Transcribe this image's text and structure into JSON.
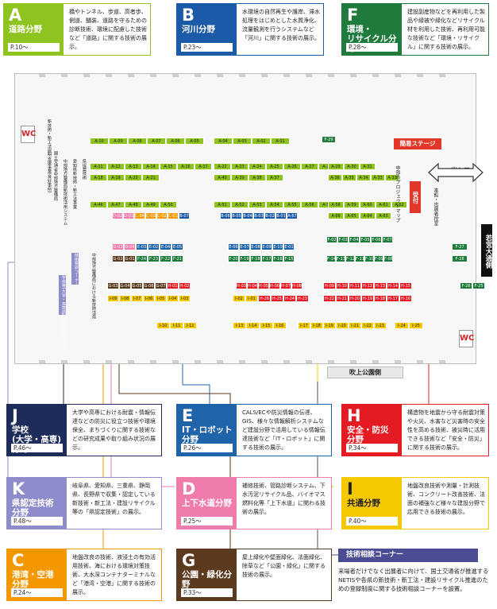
{
  "categories": [
    {
      "id": "A",
      "title": "道路分野",
      "page": "P.10〜",
      "desc": "橋やトンネル、歩道、高者歩、側道、舗装、道路を守るための診断技術、環境に配慮した技術など「道路」に関する技術の展示。",
      "color": "#8fc31f"
    },
    {
      "id": "B",
      "title": "河川分野",
      "page": "P.23〜",
      "desc": "水環境の自然再生や護岸、滞水処理をはじめとした水質浄化、流量観測を行うシステムなど「河川」に関する技術の展示。",
      "color": "#1a5aa6"
    },
    {
      "id": "F",
      "title": "環境・\nリサイクル分野",
      "page": "P.28〜",
      "desc": "建設副産物などを再利用した製品や緑被や緑化などリサイクル材を利用した技術、再利用可能な技術など「環境・リサイクル」に関する技術の展示。",
      "color": "#1e7b3c"
    },
    {
      "id": "J",
      "title": "学校\n(大学・高専)分野",
      "page": "P.46〜",
      "desc": "大学や高専における耐震・情報伝達などの防災に役立つ技術や環境保全、まちづくりに関する技術などの研究成果や取り組み状況の展示。",
      "color": "#1e2c5c"
    },
    {
      "id": "E",
      "title": "IT・ロボット\n分野",
      "page": "P.26〜",
      "desc": "CALS/ECや防災情報の伝達、GIS、様々な情報解析システムなど建設分野で活用している情報伝達技術など「IT・ロボット」に関する技術の展示。",
      "color": "#1f63a8"
    },
    {
      "id": "H",
      "title": "安全・防災\n分野",
      "page": "P.34〜",
      "desc": "構造物を地震から守る耐震対策や火災、水害など災害時の安全性を高める技術、被災時に活用できる技術など「安全・防災」に関する技術の展示。",
      "color": "#e51b23"
    },
    {
      "id": "K",
      "title": "県認定技術\n分野",
      "page": "P.48〜",
      "desc": "岐阜県、愛知県、三重県、静岡県、長野県で収集・認定している新技術・新工法・建設リサイクル等の「県認定技術」の展示。",
      "color": "#8f8ccb"
    },
    {
      "id": "D",
      "title": "上下水道分野",
      "page": "P.25〜",
      "desc": "補修技術、管路診断システム、下水汚泥リサイクル品、バイオマス燃料化等「上下水道」に関わる技術の展示。",
      "color": "#f07cab"
    },
    {
      "id": "I",
      "title": "共通分野",
      "page": "P.40〜",
      "desc": "地盤改良技術や測量・計測技術、コンクリート改善技術、法面の補強など様々な建設分野で応用できる技術の展示。",
      "color": "#f5c800"
    },
    {
      "id": "C",
      "title": "港湾・空港\n分野",
      "page": "P.24〜",
      "desc": "地盤改良の技術、液浸土の有効活用技術、海における環境対策技術、大水深コンテナターミナルなど「港湾・空港」に関する技術の展示。",
      "color": "#f39800"
    },
    {
      "id": "G",
      "title": "公園・緑化分野",
      "page": "P.33〜",
      "desc": "屋上緑化や壁面緑化、法面緑化、除草など「公園・緑化」に関する技術の展示。",
      "color": "#5b3a1e"
    }
  ],
  "map": {
    "stage_label": "簡易ステージ",
    "reception_label": "受付",
    "entrance_label": "出入口",
    "main_entrance_label": "本館・出展者控室",
    "street_label": "若宮大通側",
    "fukiage_label": "吹上公園側",
    "central_project_label": "中部のプロジェクトマップ",
    "left_labels": [
      "新技術・新工法説明支援事業(良好事例)",
      "国土交通省中部地方整備局",
      "中部地方整備局新技術活用システム",
      "愛知県新技術・新工法事業",
      "県提案技術",
      "学校等(大学・高専)研究成果展示コーナー",
      "技術相談コーナー",
      "中部地方整備局における新技術活用"
    ],
    "restroom_label": "WC",
    "colors": {
      "A": "#8fc31f",
      "B": "#1a5aa6",
      "C": "#f39800",
      "D": "#f07cab",
      "E": "#1f63a8",
      "F": "#1e7b3c",
      "G": "#5b3a1e",
      "H": "#e51b23",
      "I": "#f5c800",
      "J": "#1e2c5c",
      "K": "#8f8ccb"
    }
  },
  "booth_rows": [
    {
      "cat": "A",
      "ids": [
        "A-10",
        "A-09",
        "A-08",
        "A-07",
        "A-06",
        "A-05"
      ]
    },
    {
      "cat": "A",
      "ids": [
        "A-04",
        "A-03",
        "A-02",
        "A-01"
      ]
    },
    {
      "cat": "A",
      "ids": [
        "A-11",
        "A-12",
        "A-13",
        "A-14",
        "A-15",
        "A-16",
        "A-17"
      ]
    },
    {
      "cat": "A",
      "ids": [
        "A-22",
        "A-23",
        "A-24",
        "A-25",
        "A-26",
        "A-27",
        "A-28"
      ]
    },
    {
      "cat": "A",
      "ids": [
        "A-29",
        "A-30",
        "A-31"
      ]
    },
    {
      "cat": "A",
      "ids": [
        "A-18",
        "A-19",
        "A-20",
        "A-21"
      ]
    },
    {
      "cat": "A",
      "ids": [
        "A-40",
        "A-39",
        "A-38",
        "A-37"
      ]
    },
    {
      "cat": "A",
      "ids": [
        "A-36",
        "A-35",
        "A-34",
        "A-33",
        "A-32"
      ]
    },
    {
      "cat": "A",
      "ids": [
        "A-46",
        "A-47",
        "A-48",
        "A-49",
        "A-50"
      ]
    },
    {
      "cat": "A",
      "ids": [
        "A-51",
        "A-52",
        "A-53",
        "A-54",
        "A-55",
        "A-56",
        "A-57"
      ]
    },
    {
      "cat": "A",
      "ids": [
        "A-58",
        "A-59",
        "A-60",
        "A-61",
        "A-62"
      ]
    },
    {
      "cat": "mix1",
      "ids": [
        "D-02",
        "D-01",
        "C-04",
        "C-03",
        "C-02",
        "C-01",
        "B-07"
      ]
    },
    {
      "cat": "B",
      "ids": [
        "B-06",
        "B-05",
        "B-04",
        "B-03",
        "B-02",
        "B-01",
        "A-67"
      ]
    },
    {
      "cat": "A",
      "ids": [
        "A-66",
        "A-65",
        "A-64",
        "A-63"
      ]
    },
    {
      "cat": "mix2",
      "ids": [
        "D-03",
        "D-04",
        "E-03",
        "E-02",
        "E-04",
        "E-05"
      ]
    },
    {
      "cat": "E",
      "ids": [
        "E-06",
        "E-07",
        "E-08",
        "E-09",
        "E-10",
        "E-01"
      ]
    },
    {
      "cat": "F",
      "ids": [
        "F-02",
        "F-03",
        "F-04",
        "F-05",
        "F-06",
        "F-07"
      ]
    },
    {
      "cat": "mix3",
      "ids": [
        "G-02",
        "G-01",
        "F-24",
        "F-23",
        "F-22",
        "F-21"
      ]
    },
    {
      "cat": "F",
      "ids": [
        "F-20",
        "F-19",
        "F-18",
        "F-17",
        "F-16",
        "F-15"
      ]
    },
    {
      "cat": "F",
      "ids": [
        "F-14",
        "F-13",
        "F-12",
        "F-11",
        "F-10",
        "F-09",
        "F-08"
      ]
    },
    {
      "cat": "mix4",
      "ids": [
        "G-03",
        "G-04",
        "G-05",
        "G-06",
        "G-07",
        "H-01",
        "H-02"
      ]
    },
    {
      "cat": "H",
      "ids": [
        "H-03",
        "H-04",
        "H-05",
        "H-06",
        "H-07",
        "H-08"
      ]
    },
    {
      "cat": "H",
      "ids": [
        "H-09",
        "H-10",
        "H-11",
        "H-12",
        "H-13",
        "H-14",
        "H-15"
      ]
    },
    {
      "cat": "I",
      "ids": [
        "I-09",
        "I-08",
        "I-07",
        "I-06",
        "I-05",
        "I-04",
        "I-03"
      ]
    },
    {
      "cat": "mix5",
      "ids": [
        "I-02",
        "I-01",
        "H-26",
        "H-25",
        "H-24",
        "H-23"
      ]
    },
    {
      "cat": "H",
      "ids": [
        "H-22",
        "H-21",
        "H-20",
        "H-19",
        "H-18",
        "H-17",
        "H-16"
      ]
    },
    {
      "cat": "I",
      "ids": [
        "I-10",
        "I-11",
        "I-12"
      ]
    },
    {
      "cat": "I",
      "ids": [
        "I-13",
        "I-14",
        "I-15",
        "I-16"
      ]
    },
    {
      "cat": "I",
      "ids": [
        "I-17",
        "I-18",
        "I-19",
        "I-20",
        "I-21",
        "I-22",
        "I-23"
      ]
    },
    {
      "cat": "I",
      "ids": [
        "I-24",
        "I-25"
      ]
    },
    {
      "cat": "F",
      "ids": [
        "F-29"
      ]
    },
    {
      "cat": "F",
      "ids": [
        "F-27"
      ]
    },
    {
      "cat": "F",
      "ids": [
        "F-28"
      ]
    },
    {
      "cat": "F",
      "ids": [
        "F-26",
        "F-25"
      ]
    }
  ],
  "consult": {
    "title": "技術相談コーナー",
    "desc": "来場者だけでなく出展者に向けて、国土交通省が推進するNETISや各県の新技術・新工法・建設リサイクル推進のための登録制度に関する技術相談コーナーを設置。"
  }
}
